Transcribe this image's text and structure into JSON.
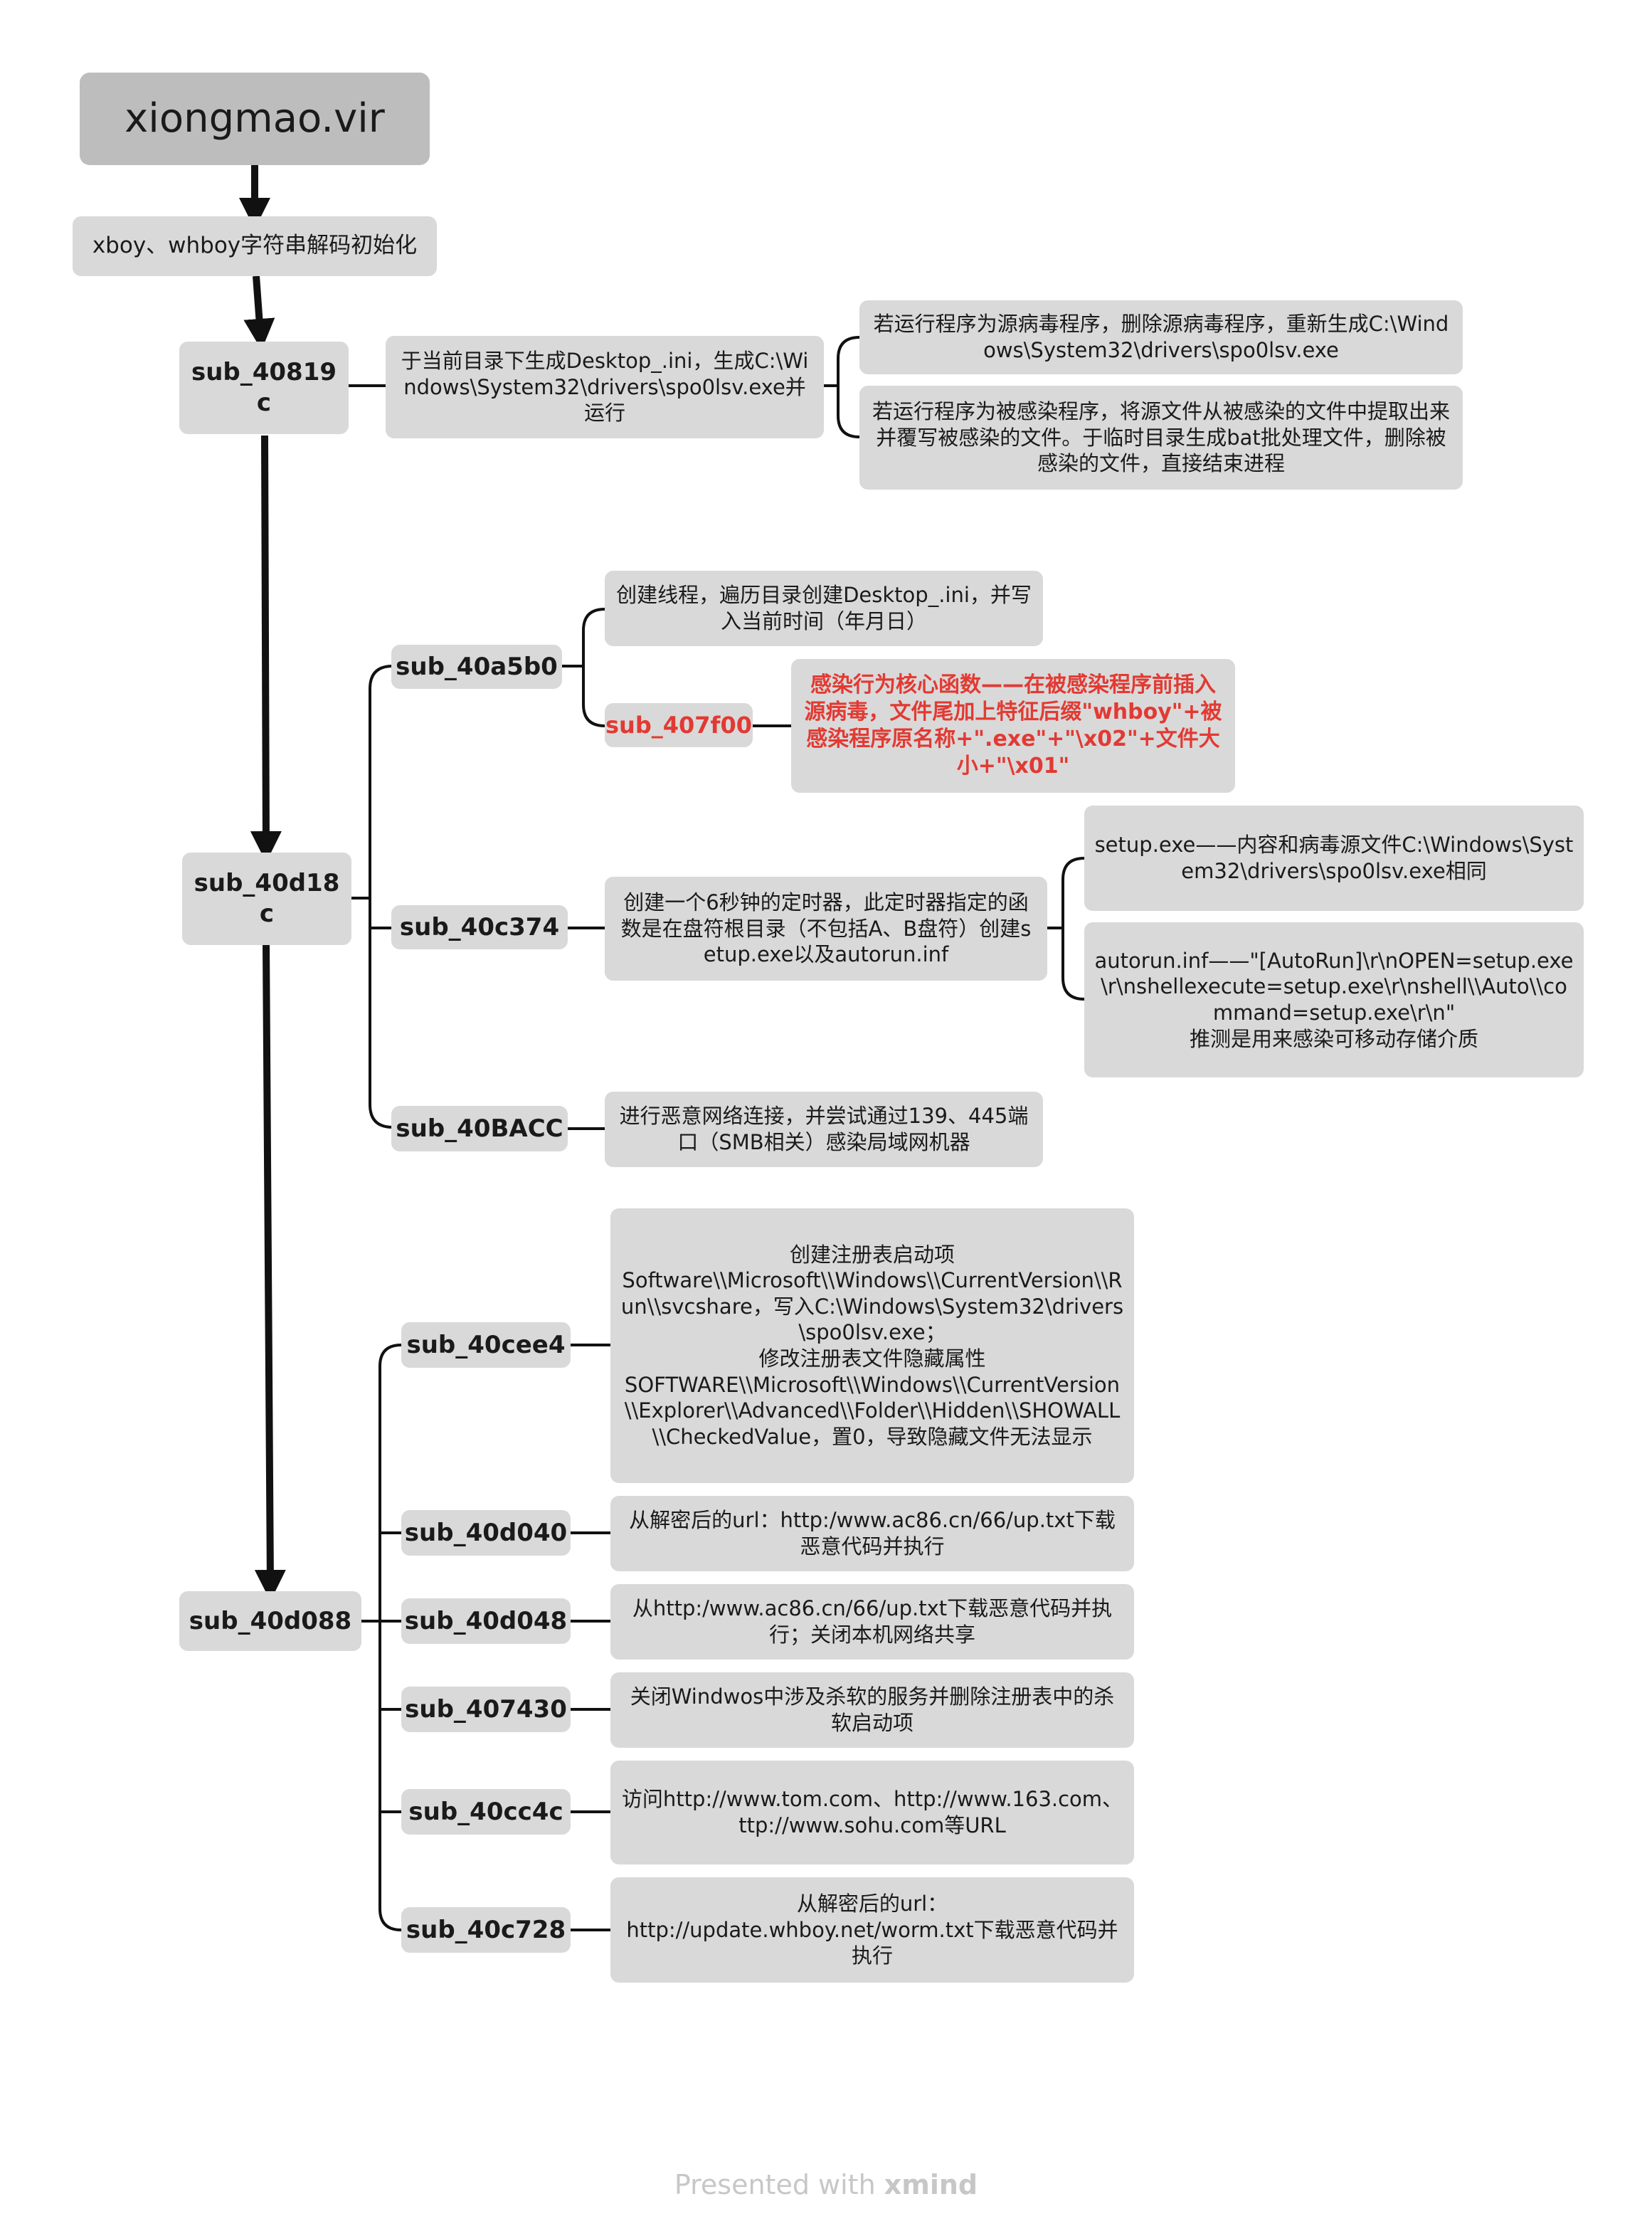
{
  "root": {
    "title": "xiongmao.vir"
  },
  "init": {
    "label": "xboy、whboy字符串解码初始化"
  },
  "n_40819c": {
    "label": "sub_40819\nc",
    "desc": "于当前目录下生成Desktop_.ini，生成C:\\Windows\\System32\\drivers\\spo0lsv.exe并运行",
    "child_a": "若运行程序为源病毒程序，删除源病毒程序，重新生成C:\\Windows\\System32\\drivers\\spo0lsv.exe",
    "child_b": "若运行程序为被感染程序，将源文件从被感染的文件中提取出来并覆写被感染的文件。于临时目录生成bat批处理文件，删除被感染的文件，直接结束进程"
  },
  "n_40d18c": {
    "label": "sub_40d18\nc",
    "sub_40a5b0": {
      "label": "sub_40a5b0",
      "desc": "创建线程，遍历目录创建Desktop_.ini，并写入当前时间（年月日）",
      "core_label": "sub_407f00",
      "core_desc": "感染行为核心函数——在被感染程序前插入源病毒，文件尾加上特征后缀\"whboy\"+被感染程序原名称+\".exe\"+\"\\x02\"+文件大小+\"\\x01\""
    },
    "sub_40c374": {
      "label": "sub_40c374",
      "desc": "创建一个6秒钟的定时器，此定时器指定的函数是在盘符根目录（不包括A、B盘符）创建setup.exe以及autorun.inf",
      "setup": "setup.exe——内容和病毒源文件C:\\Windows\\System32\\drivers\\spo0lsv.exe相同",
      "autorun": "autorun.inf——\"[AutoRun]\\r\\nOPEN=setup.exe\\r\\nshellexecute=setup.exe\\r\\nshell\\\\Auto\\\\command=setup.exe\\r\\n\"\n推测是用来感染可移动存储介质"
    },
    "sub_40BACC": {
      "label": "sub_40BACC",
      "desc": "进行恶意网络连接，并尝试通过139、445端口（SMB相关）感染局域网机器"
    }
  },
  "n_40d088": {
    "label": "sub_40d088",
    "children": [
      {
        "label": "sub_40cee4",
        "desc": "创建注册表启动项\nSoftware\\\\Microsoft\\\\Windows\\\\CurrentVersion\\\\Run\\\\svcshare，写入C:\\Windows\\System32\\drivers\\spo0lsv.exe；\n修改注册表文件隐藏属性\nSOFTWARE\\\\Microsoft\\\\Windows\\\\CurrentVersion\\\\Explorer\\\\Advanced\\\\Folder\\\\Hidden\\\\SHOWALL\\\\CheckedValue，置0，导致隐藏文件无法显示"
      },
      {
        "label": "sub_40d040",
        "desc": "从解密后的url：http:/www.ac86.cn/66/up.txt下载恶意代码并执行"
      },
      {
        "label": "sub_40d048",
        "desc": "从http:/www.ac86.cn/66/up.txt下载恶意代码并执行；关闭本机网络共享"
      },
      {
        "label": "sub_407430",
        "desc": "关闭Windwos中涉及杀软的服务并删除注册表中的杀软启动项"
      },
      {
        "label": "sub_40cc4c",
        "desc": "访问http://www.tom.com、http://www.163.com、ttp://www.sohu.com等URL"
      },
      {
        "label": "sub_40c728",
        "desc": "从解密后的url：\nhttp://update.whboy.net/worm.txt下载恶意代码并执行"
      }
    ]
  },
  "footer": {
    "prefix": "Presented with ",
    "brand": "xmind"
  },
  "colors": {
    "node": "#d9d9d9",
    "root": "#bdbdbd",
    "highlight": "#e23a33",
    "connector": "#111111"
  }
}
